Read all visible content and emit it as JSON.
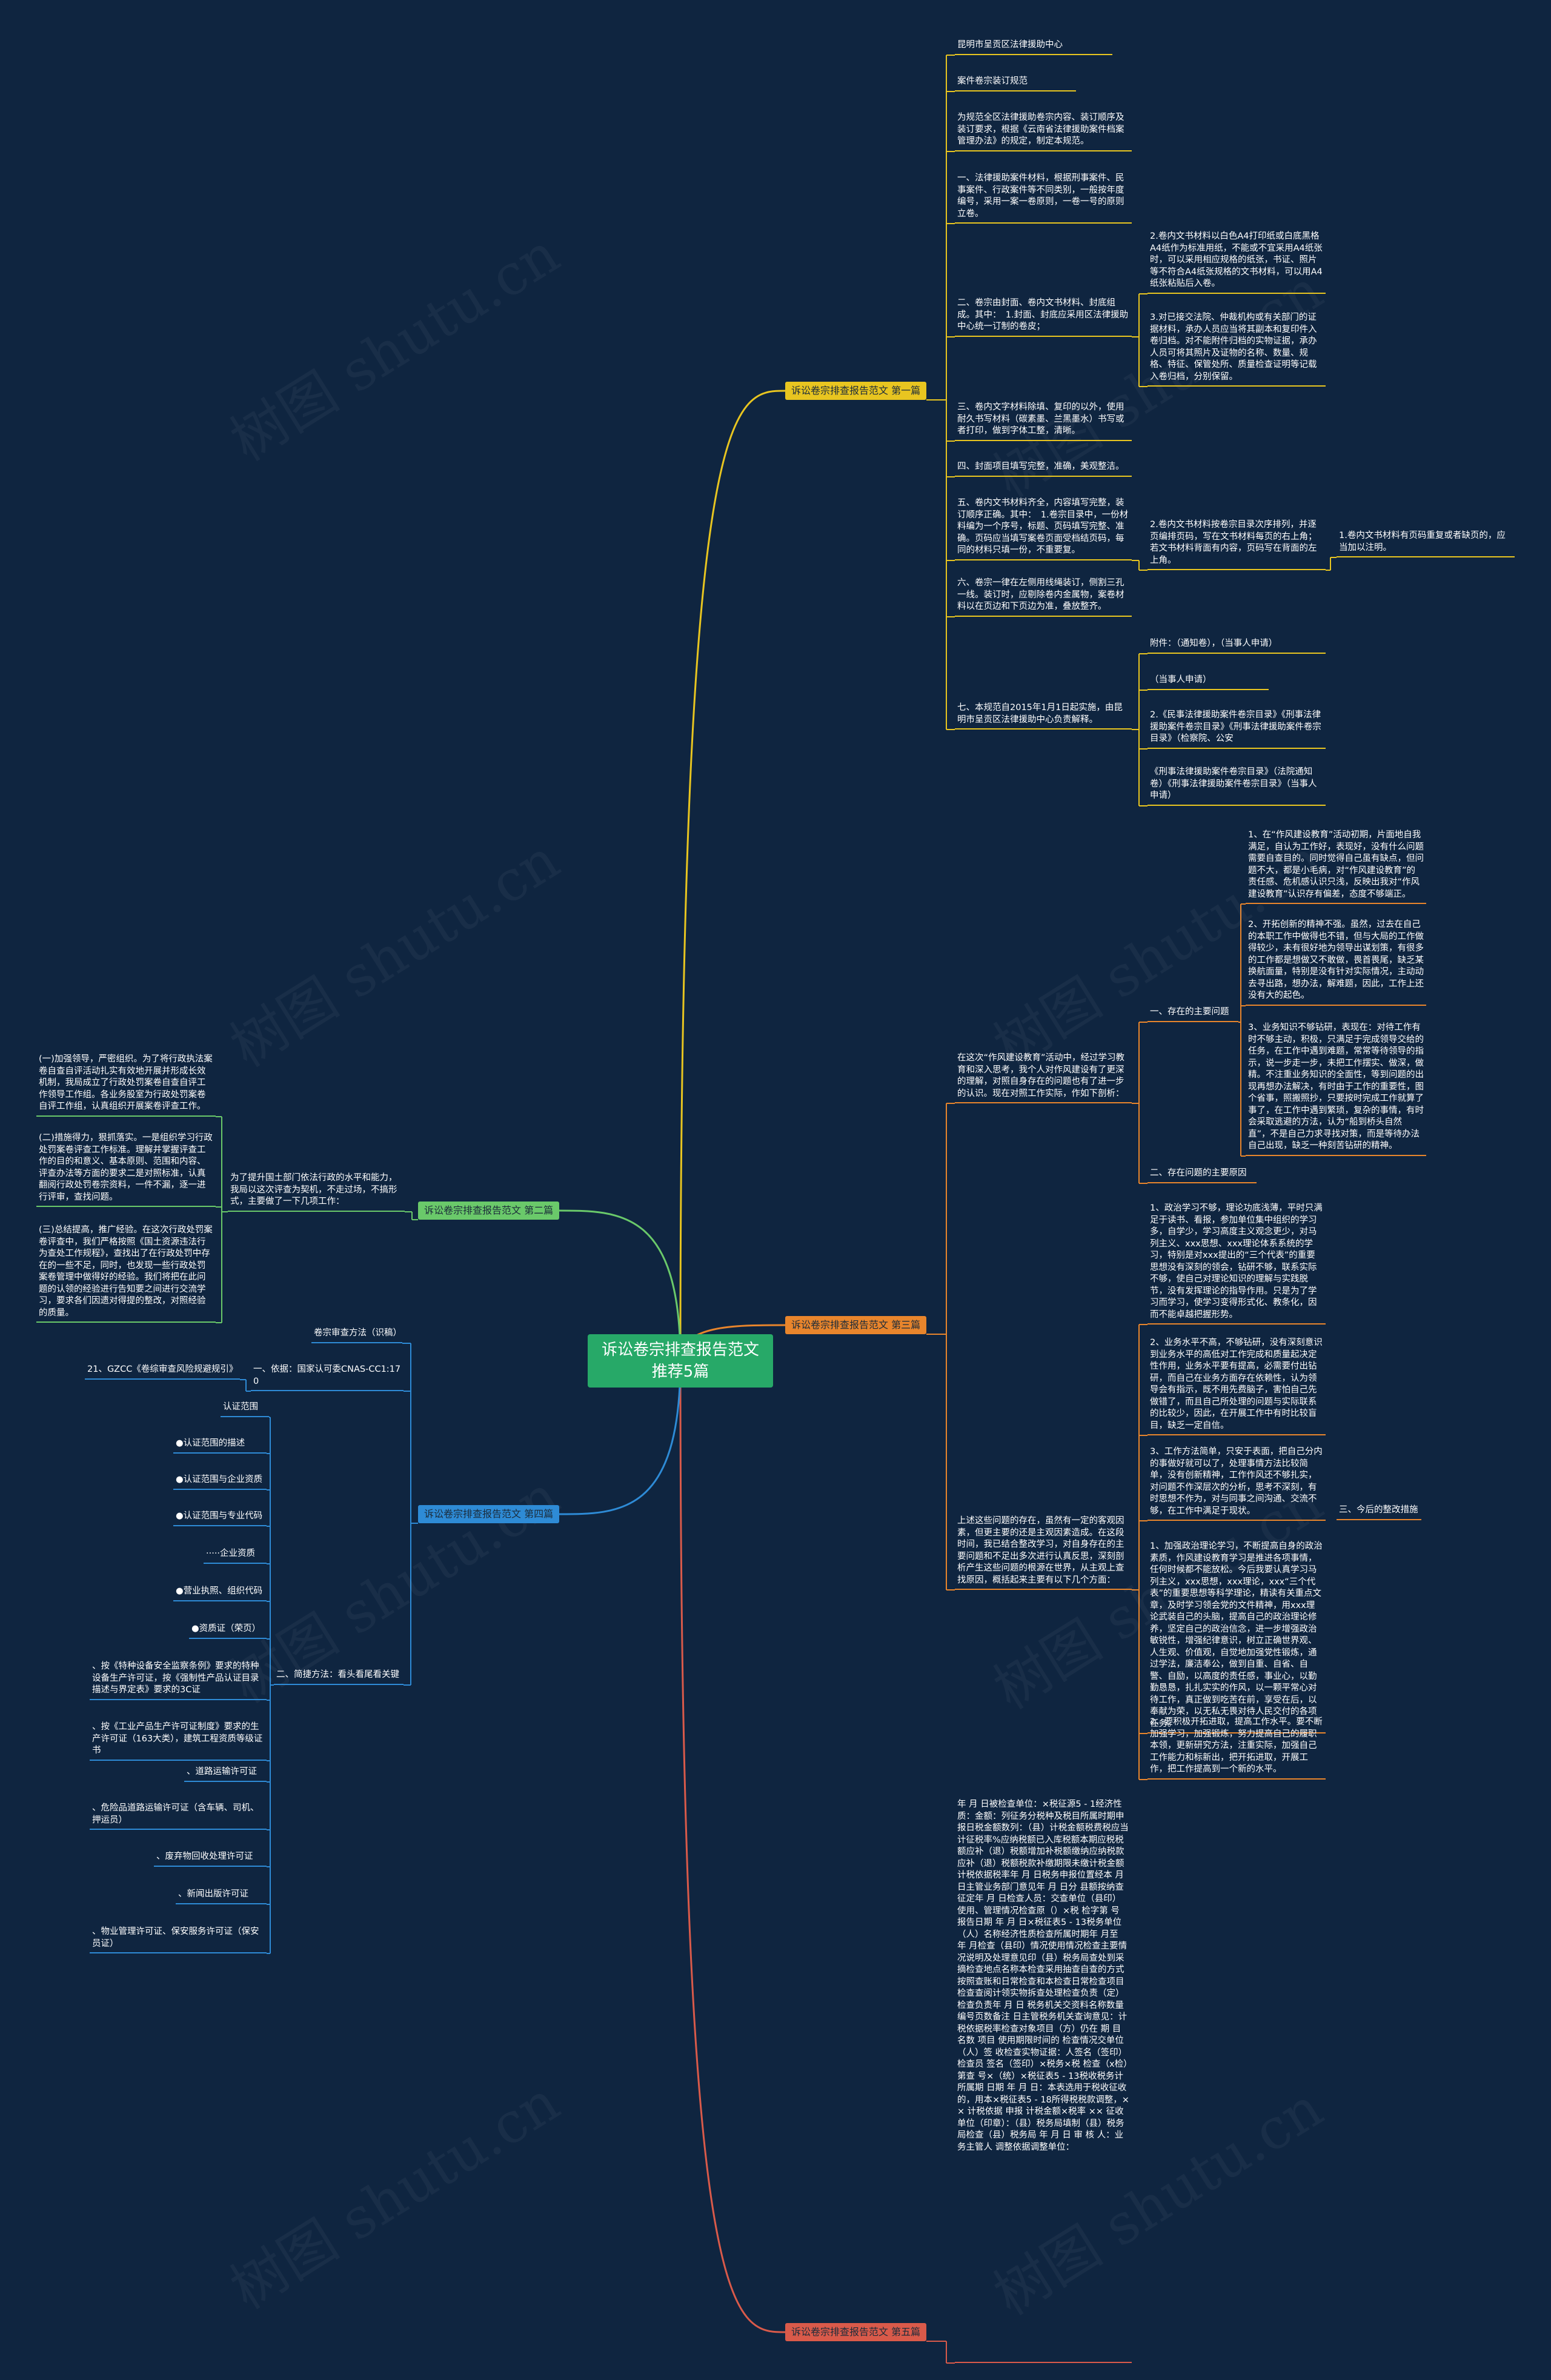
{
  "watermark": "树图 shutu.cn",
  "colors": {
    "background": "#0f2540",
    "root": "#27a968",
    "branch1": "#e8c520",
    "branch2": "#6ac96a",
    "branch3": "#e8852c",
    "branch4": "#2e8bd6",
    "branch5": "#d95a4a"
  },
  "root": {
    "title": "诉讼卷宗排查报告范文推荐5篇"
  },
  "b1": {
    "title": "诉讼卷宗排查报告范文 第一篇",
    "items": [
      "昆明市呈贡区法律援助中心",
      "案件卷宗装订规范",
      "为规范全区法律援助卷宗内容、装订顺序及装订要求，根据《云南省法律援助案件档案管理办法》的规定，制定本规范。",
      "一、法律援助案件材料，根据刑事案件、民事案件、行政案件等不同类别，一般按年度编号，采用一案一卷原则，一卷一号的原则立卷。",
      "二、卷宗由封面、卷内文书材料、封底组成。其中：　1.封面、封底应采用区法律援助中心统一订制的卷皮；",
      "三、卷内文字材料除填、复印的以外，使用耐久书写材料（碳素墨、兰黑墨水）书写或者打印，做到字体工整，清晰。",
      "四、封面项目填写完整，准确，美观整洁。",
      "五、卷内文书材料齐全，内容填写完整，装订顺序正确。其中：　1.卷宗目录中，一份材料编为一个序号，标题、页码填写完整、准确。页码应当填写案卷页面受档结页码，每同的材料只填一份，不重要复。",
      "六、卷宗一律在左侧用线绳装订，侧割三孔一线。装订时，应剔除卷内金属物，案卷材料以在页边和下页边为准，叠放整齐。",
      "七、本规范自2015年1月1日起实施，由昆明市呈贡区法律援助中心负责解释。"
    ],
    "sub2": [
      "2.卷内文书材料以白色A4打印纸或白底黑格A4纸作为标准用纸，不能或不宜采用A4纸张时，可以采用相应规格的纸张，书证、照片等不符合A4纸张规格的文书材料，可以用A4纸张粘贴后入卷。",
      "3.对已接交法院、仲裁机构或有关部门的证据材料，承办人员应当将其副本和复印件入卷归档。对不能附件归档的实物证据，承办人员可将其照片及证物的名称、数量、规格、特征、保管处所、质量检查证明等记载入卷归档，分别保留。"
    ],
    "sub5": "2.卷内文书材料按卷宗目录次序排列，并逐页编排页码，写在文书材料每页的右上角；若文书材料背面有内容，页码写在背面的左上角。",
    "sub5b": "1.卷内文书材料有页码重复或者缺页的，应当加以注明。",
    "sub7": [
      "附件：（通知卷），（当事人申请）",
      "（当事人申请）",
      "2.《民事法律援助案件卷宗目录》《刑事法律援助案件卷宗目录》《刑事法律援助案件卷宗目录》（检察院、公安",
      "《刑事法律援助案件卷宗目录》（法院通知卷）《刑事法律援助案件卷宗目录》（当事人申请）"
    ]
  },
  "b2": {
    "title": "诉讼卷宗排查报告范文 第二篇",
    "intro": "为了提升国土部门依法行政的水平和能力，我局以这次评查为契机，不走过场，不搞形式，主要做了一下几项工作：",
    "items": [
      "(一)加强领导，严密组织。为了将行政执法案卷自查自评活动扎实有效地开展并形成长效机制，我局成立了行政处罚案卷自查自评工作领导工作组。各业务股室为行政处罚案卷自评工作组，认真组织开展案卷评查工作。",
      "(二)措施得力，狠抓落实。一是组织学习行政处罚案卷评查工作标准。理解并掌握评查工作的目的和意义、基本原则、范围和内容、评查办法等方面的要求二是对照标准，认真翻阅行政处罚卷宗资料，一件不漏，逐一进行评审，查找问题。",
      "(三)总结提高，推广经验。在这次行政处罚案卷评查中，我们严格按照《国土资源违法行为查处工作规程》，查找出了在行政处罚中存在的一些不足，同时，也发现一些行政处罚案卷管理中做得好的经验。我们将把在此问题的认领的经验进行告知要之间进行交流学习，要求各们因遗对得提的整改，对照经验的质量。"
    ]
  },
  "b3": {
    "title": "诉讼卷宗排查报告范文 第三篇",
    "intro": "在这次“作风建设教育”活动中，经过学习教育和深入思考，我个人对作风建设有了更深的理解，对照自身存在的问题也有了进一步的认识。现在对照工作实际，作如下剖析：",
    "sec1": "一、存在的主要问题",
    "sec1items": [
      "1、在“作风建设教育”活动初期，片面地自我满足，自认为工作好，表现好，没有什么问题需要自查目的。同时觉得自己虽有缺点，但问题不大，都是小毛病，对“作风建设教育”的责任感、危机感认识只浅，反映出我对“作风建设教育”认识存有偏差，态度不够端正。",
      "2、开拓创新的精神不强。虽然，过去在自己的本职工作中做得也不错，但与大局的工作做得较少，未有很好地为领导出谋划策，有很多的工作都是想做又不敢做，畏首畏尾，缺乏某换航面量，特别是没有针对实际情况，主动动去寻出路，想办法，解难题，因此，工作上还没有大的起色。",
      "3、业务知识不够钻研，表现在：对待工作有时不够主动，积极，只满足于完成领导交给的任务，在工作中遇到难题，常常等待领导的指示，说一步走一步，未把工作摆实、做深，做精。不注重业务知识的全面性，等到问题的出现再想办法解决，有时由于工作的重要性，图个省事，照搬照抄，只要按时完成工作就算了事了，在工作中遇到繁琐，复杂的事情，有时会采取逃避的方法，认为“船到桥头自然直”，不是自己力求寻找对策，而是等待办法自己出现，缺乏一种刻苦钻研的精神。"
    ],
    "sec2": "二、存在问题的主要原因",
    "sec2items": [
      "1、政治学习不够，理论功底浅薄，平时只满足于读书、看报，参加单位集中组织的学习多，自学少，学习高度主义观念更少，对马列主义、xxx思想、xxx理论体系系统的学习，特别是对xxx提出的“三个代表”的重要思想没有深刻的领会，钻研不够，联系实际不够，使自己对理论知识的理解与实践脱节，没有发挥理论的指导作用。只是为了学习而学习，使学习变得形式化、教条化，因而不能卓越把握形势。",
      "2、业务水平不高，不够钻研，没有深刻意识到业务水平的高低对工作完成和质量起决定性作用，业务水平要有提高，必需要付出钻研，而自己在业务方面存在依赖性，认为领导会有指示，既不用先费脑子，害怕自己先做错了，而且自己所处理的问题与实际联系的比较少，因此，在开展工作中有时比较盲目，缺乏一定自信。",
      "3、工作方法简单，只安于表面，把自己分内的事做好就可以了，处理事情方法比较简单，没有创新精神，工作作风还不够扎实，对问题不作深层次的分析，思考不深刻，有时思想不作为，对与同事之间沟通、交流不够，在工作中满足于现状。"
    ],
    "improve": "三、今后的整改措施",
    "improveIntro": "上述这些问题的存在，虽然有一定的客观因素，但更主要的还是主观因素造成。在这段时间，我已结合整改学习，对自身存在的主要问题和不足出多次进行认真反思，深刻剖析产生这些问题的根源在世界，从主观上查找原因，概括起来主要有以下几个方面：",
    "improveItems": [
      "1、加强政治理论学习，不断提高自身的政治素质，作风建设教育学习是推进各项事情，任何时候都不能放松。今后我要认真学习马列主义，xxx思想，xxx理论，xxx“三个代表”的重要思想等科学理论，精读有关重点文章，及时学习领会党的文件精神，用xxx理论武装自己的头脑，提高自己的政治理论修养，坚定自己的政治信念，进一步增强政治敏锐性，增强纪律意识，树立正确世界观、人生观、价值观，自觉地加强党性锻炼，通过学法，廉洁奉公，做到自重、自省、自警、自励，以高度的责任感，事业心，以勤勤恳恳，扎扎实实的作风，以一颗平常心对待工作，真正做到吃苦在前，享受在后，以奉献为荣，以无私无畏对待人民交付的各项任务。",
      "2、要积极开拓进取，提高工作水平。要不断加强学习，加强锻炼，努力提高自己的履职本领，更新研究方法，注重实际，加强自己工作能力和标新出，把开拓进取，开展工作，把工作提高到一个新的水平。"
    ]
  },
  "b4": {
    "title": "诉讼卷宗排查报告范文 第四篇",
    "head": "卷宗审查方法（识稿）",
    "s1": "一、依据：国家认可委CNAS-CC1:170",
    "s1a": "21、GZCC《卷综审查风险规避规引》",
    "s2": "二、简捷方法：看头看尾看关键",
    "scopeTitle": "认证范围",
    "scope": [
      "●认证范围的描述",
      "●认证范围与企业资质",
      "●认证范围与专业代码",
      "·····企业资质",
      "●营业执照、组织代码",
      "●资质证（荣页）"
    ],
    "license": [
      "、按《特种设备安全监察条例》要求的特种设备生产许可证，按《强制性产品认证目录描述与界定表》要求的3C证",
      "、按《工业产品生产许可证制度》要求的生产许可证（163大类），建筑工程资质等级证书",
      "、道路运输许可证",
      "、危险品道路运输许可证（含车辆、司机、押运员）",
      "、废弃物回收处理许可证",
      "、新闻出版许可证",
      "、物业管理许可证、保安服务许可证（保安员证）"
    ]
  },
  "b5": {
    "title": "诉讼卷宗排查报告范文 第五篇",
    "body": "年 月 日被检查单位：×税征源5 - 1经济性质：金额：列征务分税种及税目所属时期申报日税金额数列：（县）计税金额税费税应当计征税率%应纳税额已入库税额本期应税税额应补（退）税额增加补税额缴纳应纳税款应补（退）税额税款补缴期限未缴计税金额计税依据税率年 月 日税务申报位置经本 月 日主管业务部门意见年 月 日分 县额按纳查征定年 月 日检查人员：交查单位（县印）使用、管理情况检查原（）×税 检字第 号 报告日期 年 月 日×税征表5 - 13税务单位（人）名称经济性质检查所属时期年 月至 年 月检查（县印）情况使用情况检查主要情况说明及处理意见印（县）税务局查处到采摘检查地点名称本检查采用抽查自查的方式按照查账和日常检查和本检查日常检查项目检查查阅计领实物拆查处理检查负责（定）检查负责年 月 日 税务机关交资料名称数量编号页数备注 日主管税务机关查询意见：计税依据税率检查对象项目（方）仍在 期 目 名数 项目 使用期限时间的 检查情况交单位（人）签 收检查实物证据：人签名（签印）检查员 签名（签印）×税务×税 检查（x检）第查 号×（统）×税征表5 - 13税收税务计所属期 日期 年 月 日：本表选用于税收征收的，用本×税征表5 - 18所得税税款调整，×× 计税依据 申报 计税金额×税率 ×× 征收单位（印章）：（县）税务局填制（县）税务局检查（县）税务局 年 月 日 审 核 人：业务主管人 调整依据调整单位："
  }
}
